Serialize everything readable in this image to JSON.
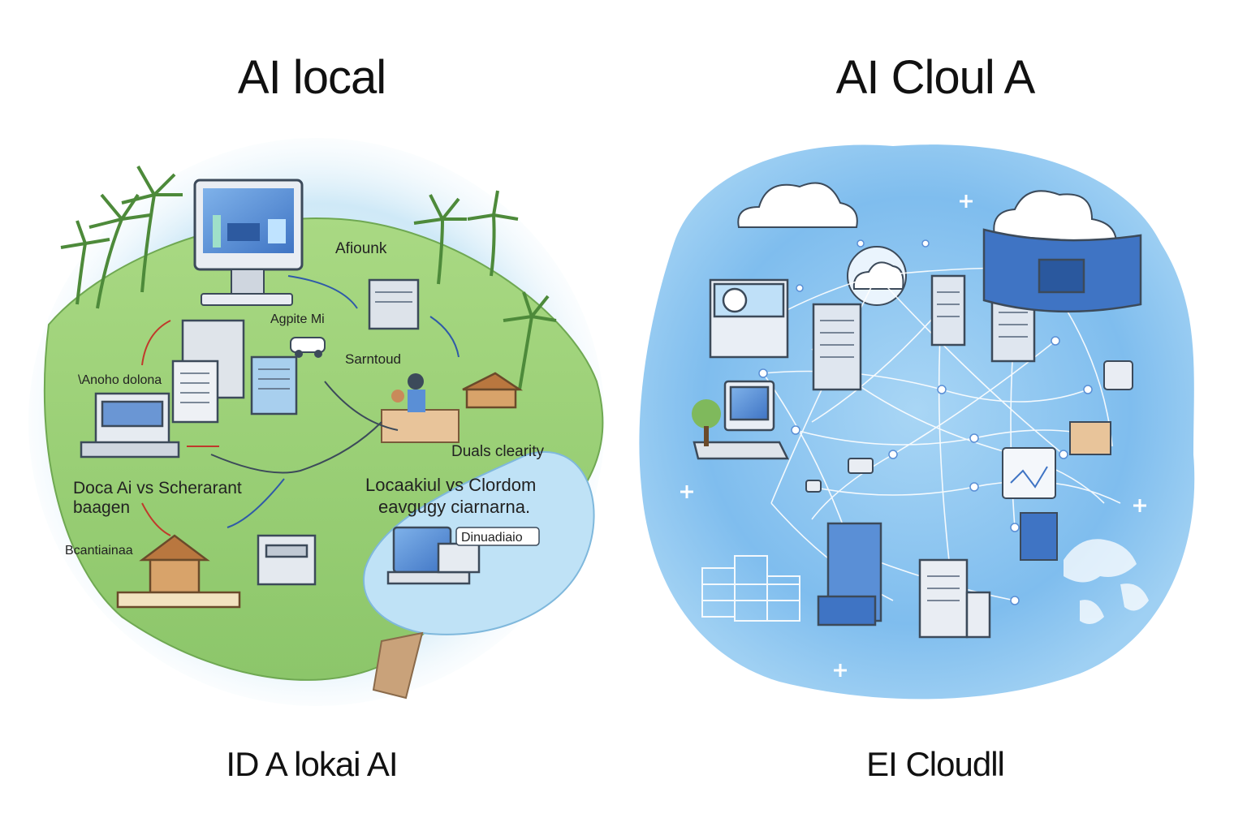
{
  "left_panel": {
    "title": "AI local",
    "caption": "ID A lokai AI",
    "labels": {
      "top": "Afiounk",
      "apple": "Agpite Mi",
      "sanctuary": "Sarntoud",
      "west": "\\Anoho dolona",
      "duals": "Duals clearity",
      "doca_1": "Doca Ai vs Scherarant",
      "doca_2": "baagen",
      "local_1": "Locaakiul vs Clordom",
      "local_2": "eavgugy ciarnarna.",
      "bottom": "Bcantiainaa",
      "tag": "Dinuadiaio"
    }
  },
  "right_panel": {
    "title": "AI Cloul A",
    "caption": "EI Cloudll"
  },
  "colors": {
    "grass": "#9fd27a",
    "grass_dark": "#7fb95c",
    "sky_left": "#cfe9f7",
    "sky_right": "#8ec8f1",
    "sky_right_deep": "#6fb3ea",
    "server": "#e9edf3",
    "screen": "#5a8fd6",
    "network_line": "#ffffff"
  },
  "icons": [
    "monitor-icon",
    "server-icon",
    "palm-tree-icon",
    "cloud-icon",
    "car-icon",
    "person-icon",
    "world-map-icon",
    "plus-sparkle-icon"
  ]
}
